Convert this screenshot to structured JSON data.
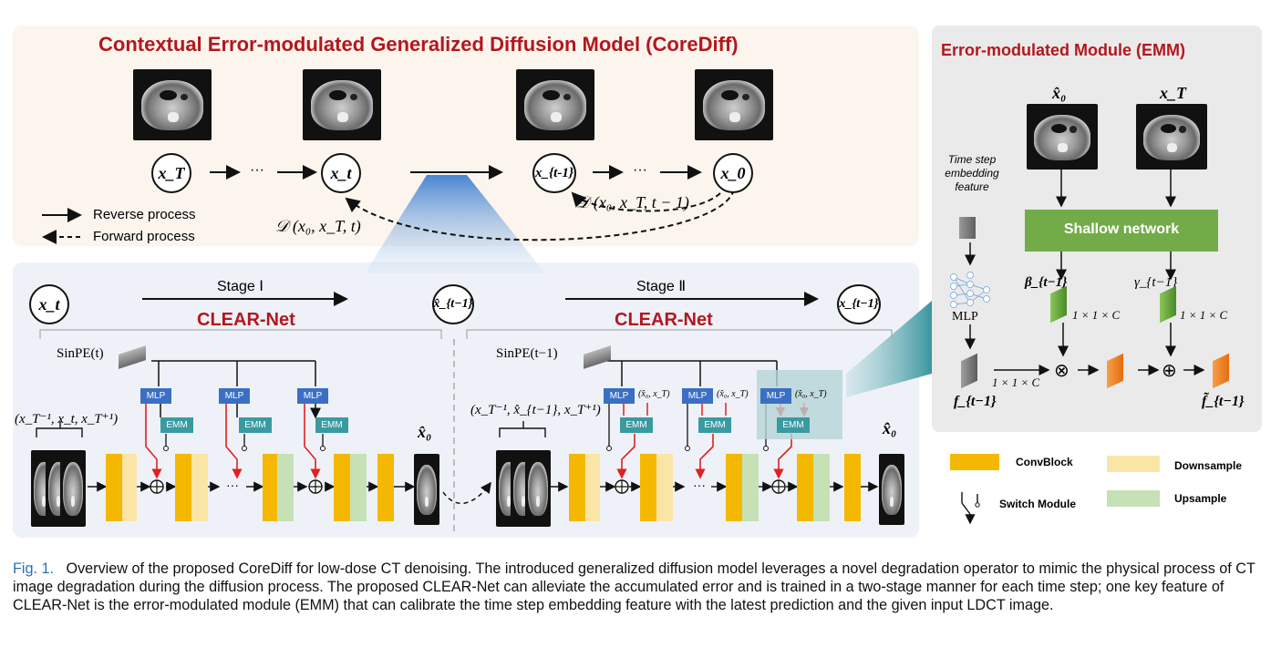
{
  "top_panel": {
    "title": "Contextual Error-modulated Generalized Diffusion Model (CoreDiff)",
    "nodes": [
      "x_T",
      "x_t",
      "x_{t-1}",
      "x_0"
    ],
    "ellipsis": "···",
    "forward_label_1": "𝒟 (x₀, x_T, t)",
    "forward_label_2": "𝒟 (x₀, x_T, t − 1)",
    "legend": {
      "reverse": "Reverse process",
      "forward": "Forward process"
    }
  },
  "stage1": {
    "stage_label": "Stage Ⅰ",
    "net_label": "CLEAR-Net",
    "input_node": "x_t",
    "output_node": "x̂_{t−1}",
    "sinpe": "SinPE(t)",
    "input_tuple": "(x_T⁻¹, x_t, x_T⁺¹)",
    "output_label": "x̂₀"
  },
  "stage2": {
    "stage_label": "Stage Ⅱ",
    "net_label": "CLEAR-Net",
    "output_node": "x_{t−1}",
    "sinpe": "SinPE(t−1)",
    "input_tuple": "(x_T⁻¹, x̂_{t−1}, x_T⁺¹)",
    "output_label": "x̂̂₀",
    "pair_label": "(x̂₀, x_T)"
  },
  "blocks": {
    "mlp": "MLP",
    "emm": "EMM"
  },
  "emm_panel": {
    "title": "Error-modulated Module (EMM)",
    "in1": "x̂₀",
    "in2": "x_T",
    "time_label": "Time step embedding feature",
    "shallow": "Shallow network",
    "beta": "β_{t−1}",
    "gamma": "γ_{t−1}",
    "dim": "1 × 1 × C",
    "mlp": "MLP",
    "f_in": "f_{t−1}",
    "f_out": "f̃_{t−1}",
    "otimes": "⊗",
    "oplus": "⊕"
  },
  "legend2": {
    "convblock": "ConvBlock",
    "downsample": "Downsample",
    "switch": "Switch Module",
    "upsample": "Upsample"
  },
  "caption": {
    "fig": "Fig. 1.",
    "text": "Overview of the proposed CoreDiff for low-dose CT denoising. The introduced generalized diffusion model leverages a novel degradation operator to mimic the physical process of CT image degradation during the diffusion process. The proposed CLEAR-Net can alleviate the accumulated error and is trained in a two-stage manner for each time step; one key feature of CLEAR-Net is the error-modulated module (EMM) that can calibrate the time step embedding feature with the latest prediction and the given input LDCT image."
  },
  "colors": {
    "title_red": "#b3171e",
    "convblock": "#f5b800",
    "downsample": "#fbe5a6",
    "upsample": "#c6e1b5",
    "mlp_blue": "#3b6fc4",
    "emm_teal": "#3a9aa2",
    "shallow_green": "#72ac48",
    "switch_red": "#e02020"
  }
}
